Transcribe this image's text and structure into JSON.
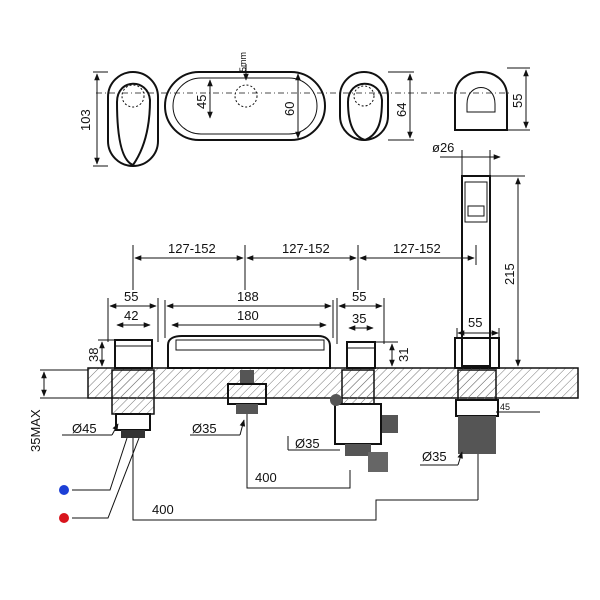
{
  "top_views": {
    "spout_width": "103",
    "spout_inner": "45",
    "spout_depth": "60",
    "spout_note": "5mm",
    "diverter_height": "64",
    "cap_height": "55"
  },
  "handshower": {
    "diameter": "ø26",
    "height": "215",
    "base_width": "55",
    "wall_offset": "45"
  },
  "centers": [
    "127-152",
    "127-152",
    "127-152"
  ],
  "handle": {
    "outer_width": "55",
    "inner_width": "42",
    "height": "38",
    "thread": "Ø45",
    "max_deck": "35MAX"
  },
  "spout": {
    "outer_width": "188",
    "inner_width": "180",
    "pipe": "Ø35"
  },
  "diverter": {
    "outer_width": "55",
    "inner_width": "35",
    "height": "31",
    "pipe": "Ø35"
  },
  "shower_pipe": "Ø35",
  "hoses": [
    "400",
    "400"
  ],
  "colors": {
    "hot": "#1c3fd6",
    "cold": "#d8141c",
    "deck": "#8a8a8a",
    "line": "#111111"
  }
}
